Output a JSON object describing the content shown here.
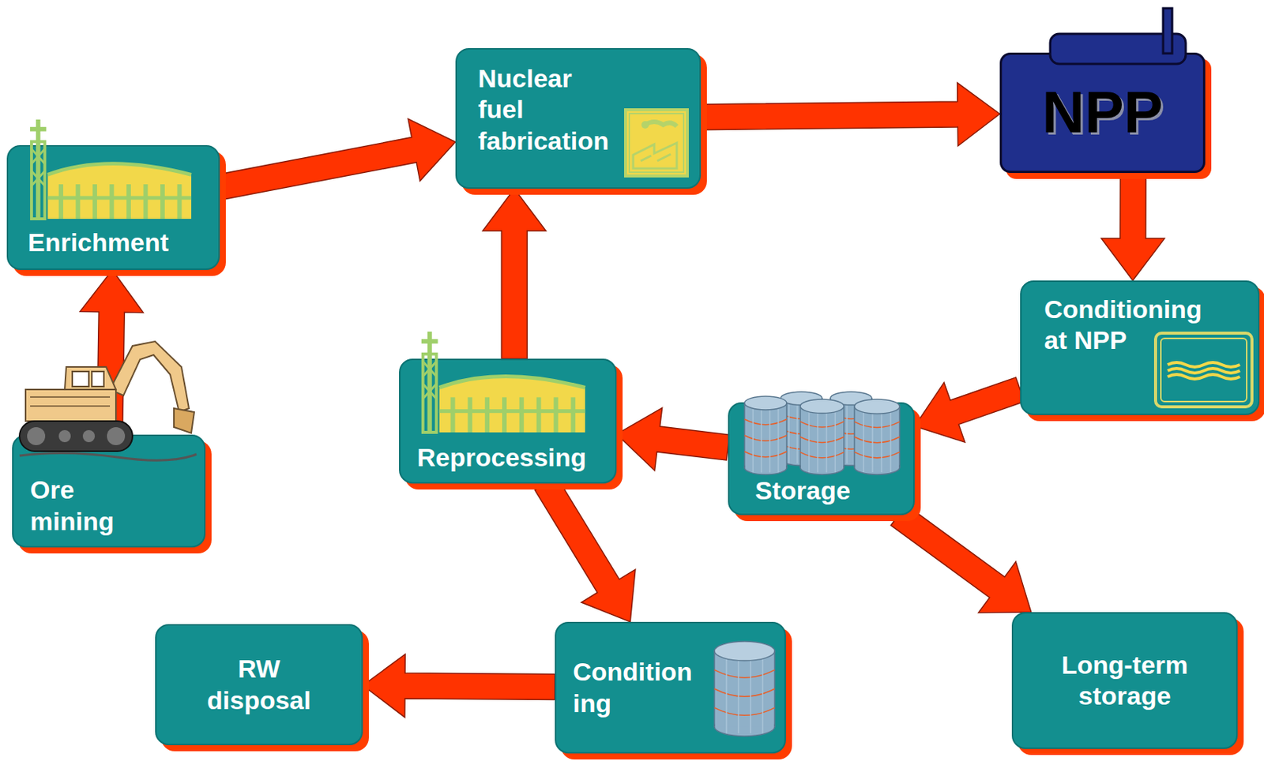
{
  "diagram": {
    "nodes": [
      {
        "text": [
          "Nuclear fuel fabrication"
        ]
      },
      {
        "text": [
          "NPP"
        ]
      },
      {
        "text": [
          "Enrichment"
        ]
      },
      {
        "text": [
          "Conditioning at NPP"
        ]
      },
      {
        "text": [
          "Reprocessing"
        ]
      },
      {
        "text": [
          "Storage"
        ]
      },
      {
        "text": [
          "Ore mining"
        ]
      },
      {
        "text": [
          "Long-term storage"
        ]
      },
      {
        "text": [
          "Condition ing"
        ]
      },
      {
        "text": [
          "RW disposal"
        ]
      }
    ],
    "edges": [
      {
        "from": 6,
        "to": 2,
        "arrow": "to"
      },
      {
        "from": 2,
        "to": 0,
        "arrow": "to"
      },
      {
        "from": 0,
        "to": 1,
        "arrow": "to"
      },
      {
        "from": 1,
        "to": 3,
        "arrow": "to"
      },
      {
        "from": 3,
        "to": 5,
        "arrow": "to"
      },
      {
        "from": 5,
        "to": 4,
        "arrow": "to"
      },
      {
        "from": 4,
        "to": 0,
        "arrow": "to"
      },
      {
        "from": 4,
        "to": 8,
        "arrow": "to"
      },
      {
        "from": 5,
        "to": 7,
        "arrow": "to"
      },
      {
        "from": 8,
        "to": 9,
        "arrow": "to"
      }
    ]
  }
}
